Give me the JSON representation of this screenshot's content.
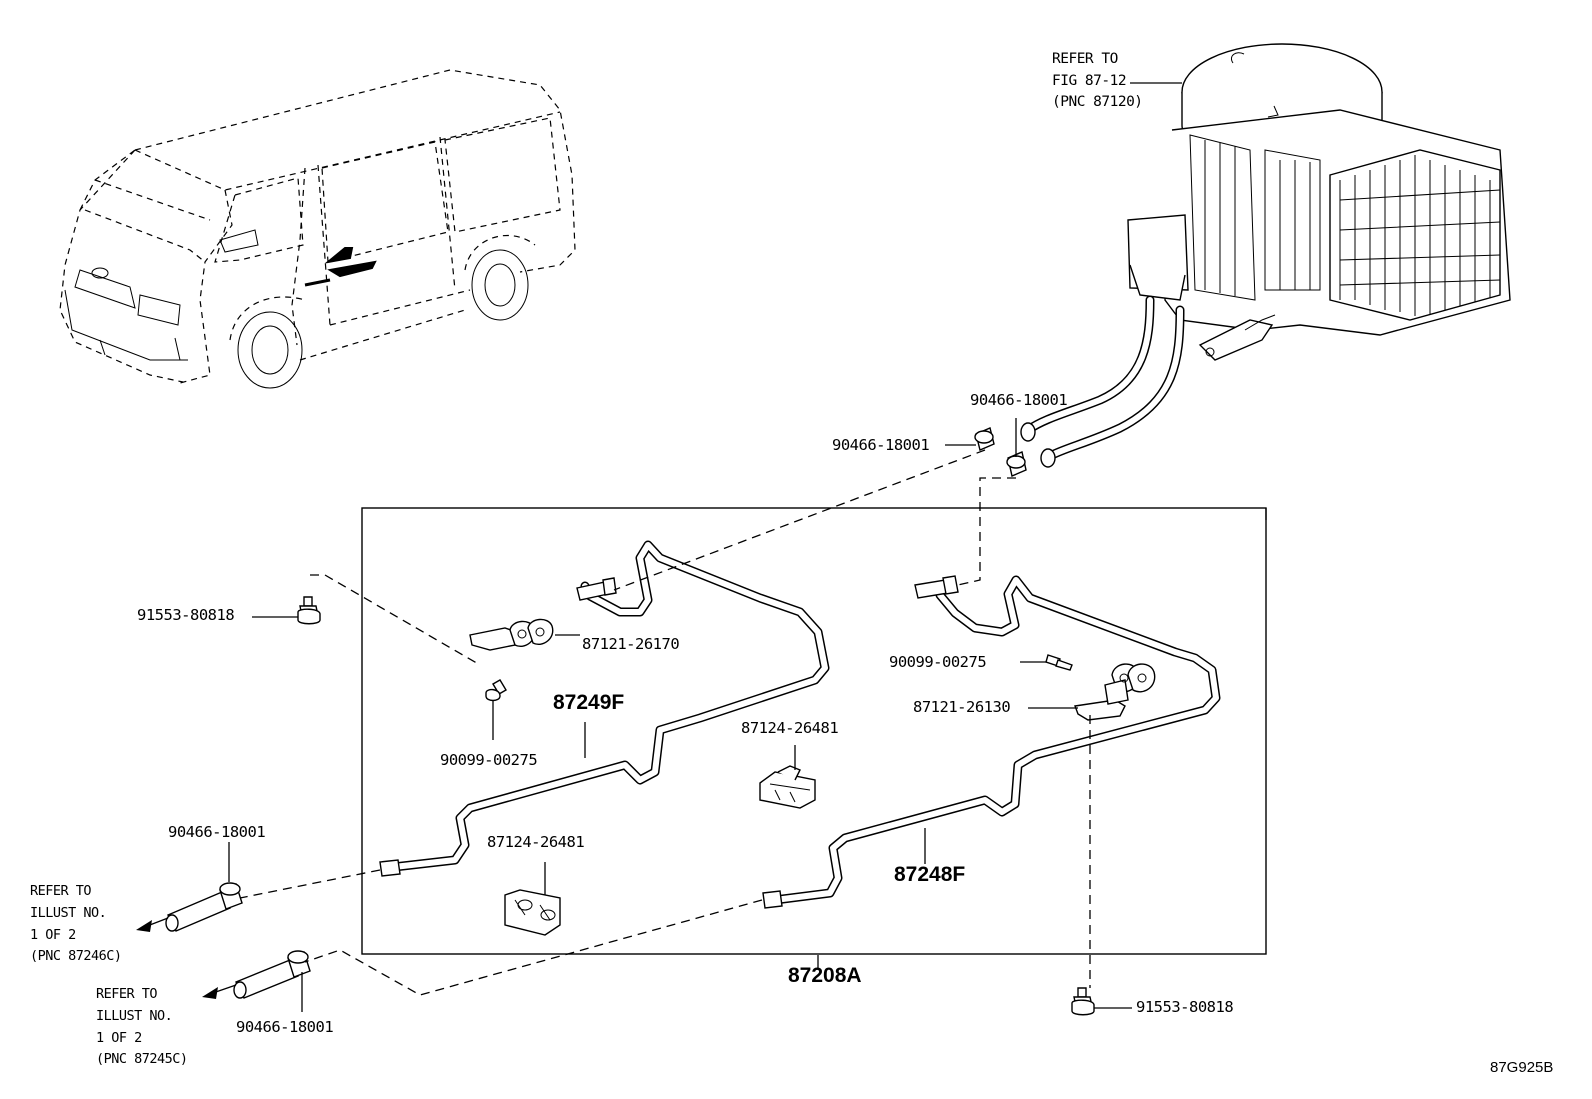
{
  "labels": {
    "refer_fig_line1": "REFER TO",
    "refer_fig_line2": "FIG 87-12",
    "refer_fig_line3": "(PNC 87120)",
    "hose_clamp_top_right": "90466-18001",
    "hose_clamp_top_left": "90466-18001",
    "bolt_left": "91553-80818",
    "clamp_left": "87121-26170",
    "pipe_left": "87249F",
    "screw_left": "90099-00275",
    "screw_right": "90099-00275",
    "clamp_right": "87121-26130",
    "grommet_right": "87124-26481",
    "grommet_left": "87124-26481",
    "pipe_right": "87248F",
    "hose_clamp_lower_left": "90466-18001",
    "hose_clamp_bottom": "90466-18001",
    "assembly": "87208A",
    "bolt_bottom": "91553-80818",
    "refer_illust_a_line1": "REFER TO",
    "refer_illust_a_line2": "ILLUST NO.",
    "refer_illust_a_line3": "1 OF 2",
    "refer_illust_a_line4": "(PNC 87246C)",
    "refer_illust_b_line1": "REFER TO",
    "refer_illust_b_line2": "ILLUST NO.",
    "refer_illust_b_line3": "1 OF 2",
    "refer_illust_b_line4": "(PNC 87245C)",
    "figure_code": "87G925B"
  },
  "icons": {
    "vehicle": "van-illustration",
    "heater_unit": "rear-heater-unit-illustration"
  }
}
